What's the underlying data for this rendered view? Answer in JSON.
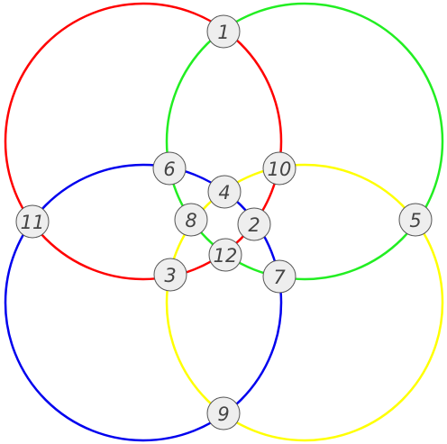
{
  "puzzle": {
    "circles": [
      {
        "id": "red",
        "color": "#ff0000"
      },
      {
        "id": "green",
        "color": "#22ee22"
      },
      {
        "id": "blue",
        "color": "#0000ee"
      },
      {
        "id": "yellow",
        "color": "#ffff00"
      }
    ],
    "node_style": {
      "fill": "#eeeeee",
      "stroke": "#555555",
      "text_color": "#444444"
    },
    "nodes": [
      {
        "label": "1"
      },
      {
        "label": "10"
      },
      {
        "label": "6"
      },
      {
        "label": "4"
      },
      {
        "label": "8"
      },
      {
        "label": "2"
      },
      {
        "label": "11"
      },
      {
        "label": "5"
      },
      {
        "label": "12"
      },
      {
        "label": "3"
      },
      {
        "label": "7"
      },
      {
        "label": "9"
      }
    ]
  }
}
